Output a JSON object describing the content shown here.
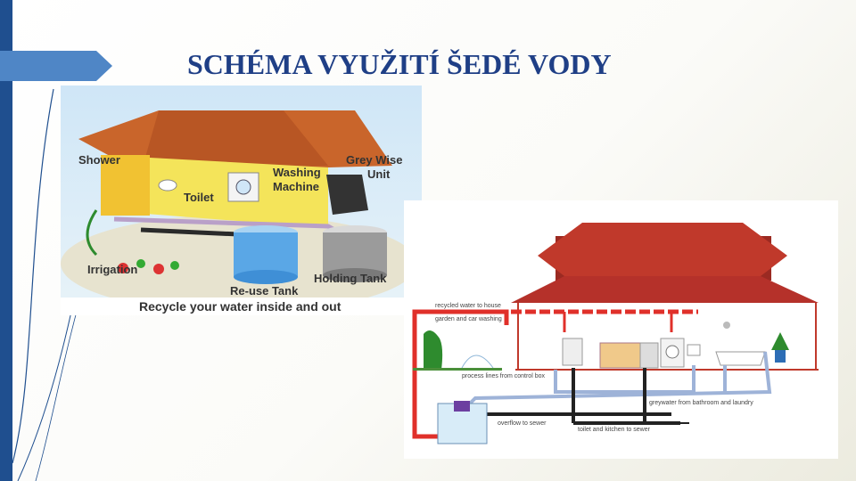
{
  "slide": {
    "title": "SCHÉMA VYUŽITÍ ŠEDÉ VODY"
  },
  "figure_left": {
    "labels": {
      "shower": "Shower",
      "toilet": "Toilet",
      "washing_machine_1": "Washing",
      "washing_machine_2": "Machine",
      "grey_wise_1": "Grey Wise",
      "grey_wise_2": "Unit",
      "irrigation": "Irrigation",
      "reuse_tank": "Re-use Tank",
      "holding_tank": "Holding Tank"
    },
    "caption": "Recycle your water inside and out"
  },
  "figure_right": {
    "labels": {
      "recycled_water": "recycled water to house",
      "garden": "garden and car washing",
      "process_lines": "process lines from control box",
      "greywater": "greywater from bathroom and laundry",
      "overflow": "overflow to sewer",
      "toilet_kitchen": "toilet and kitchen to sewer"
    }
  },
  "colors": {
    "accent_blue": "#1f4f8f",
    "title": "#1f3f86",
    "roof": "#c0392b",
    "recycled_line": "#e0302a",
    "greywater_line": "#9eb3d8",
    "sewer_line": "#222222"
  }
}
